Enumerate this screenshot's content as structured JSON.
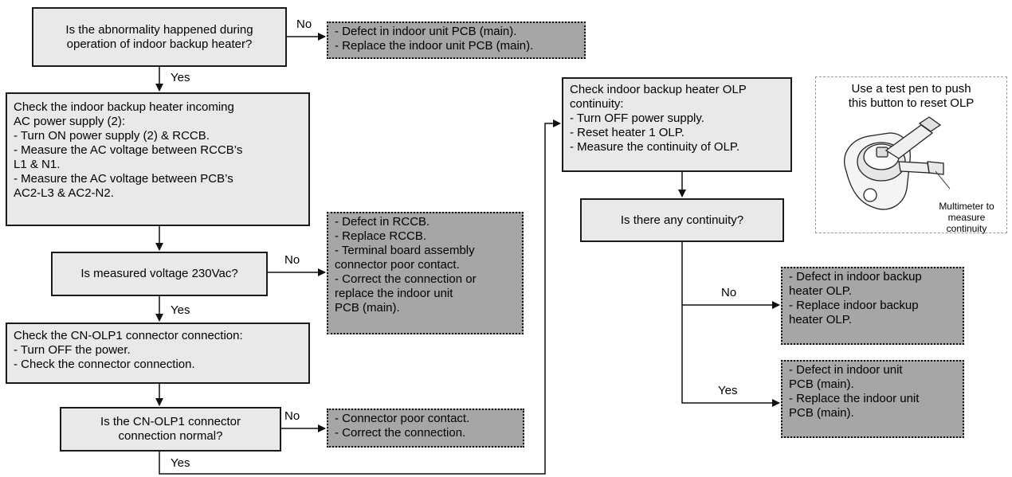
{
  "nodes": {
    "q_heater": "Is the abnormality happened during\noperation of indoor backup heater?",
    "r_pcb1": "- Defect in indoor unit PCB (main).\n- Replace the indoor unit PCB (main).",
    "check_ac": "Check the indoor backup heater incoming\nAC power supply (2):\n- Turn ON power supply (2) & RCCB.\n- Measure the AC voltage between RCCB’s\n   L1 & N1.\n- Measure the AC voltage between PCB’s\n   AC2-L3 & AC2-N2.",
    "q_voltage": "Is measured voltage 230Vac?",
    "r_rccb": "- Defect in RCCB.\n- Replace RCCB.\n- Terminal board assembly\n   connector poor contact.\n- Correct the connection or\n   replace the indoor unit\n   PCB (main).",
    "check_cn": "Check the CN-OLP1 connector connection:\n- Turn OFF the power.\n- Check the connector connection.",
    "q_cn": "Is the CN-OLP1 connector\nconnection normal?",
    "r_conn": "- Connector poor contact.\n- Correct the connection.",
    "check_olp": "Check indoor backup heater OLP\ncontinuity:\n- Turn OFF power supply.\n- Reset heater 1 OLP.\n- Measure the continuity of OLP.",
    "q_cont": "Is there any continuity?",
    "r_olp": "- Defect in indoor backup\n   heater OLP.\n- Replace indoor backup\n   heater OLP.",
    "r_pcb2": "- Defect in indoor unit\n   PCB (main).\n- Replace the indoor unit\n   PCB (main)."
  },
  "labels": {
    "no1": "No",
    "yes1": "Yes",
    "no2": "No",
    "yes2": "Yes",
    "no3": "No",
    "yes3": "Yes",
    "no4": "No",
    "yes4": "Yes"
  },
  "illustration": {
    "caption": "Use a test pen to push\nthis button to reset OLP",
    "meter_note": "Multimeter to\nmeasure continuity"
  }
}
